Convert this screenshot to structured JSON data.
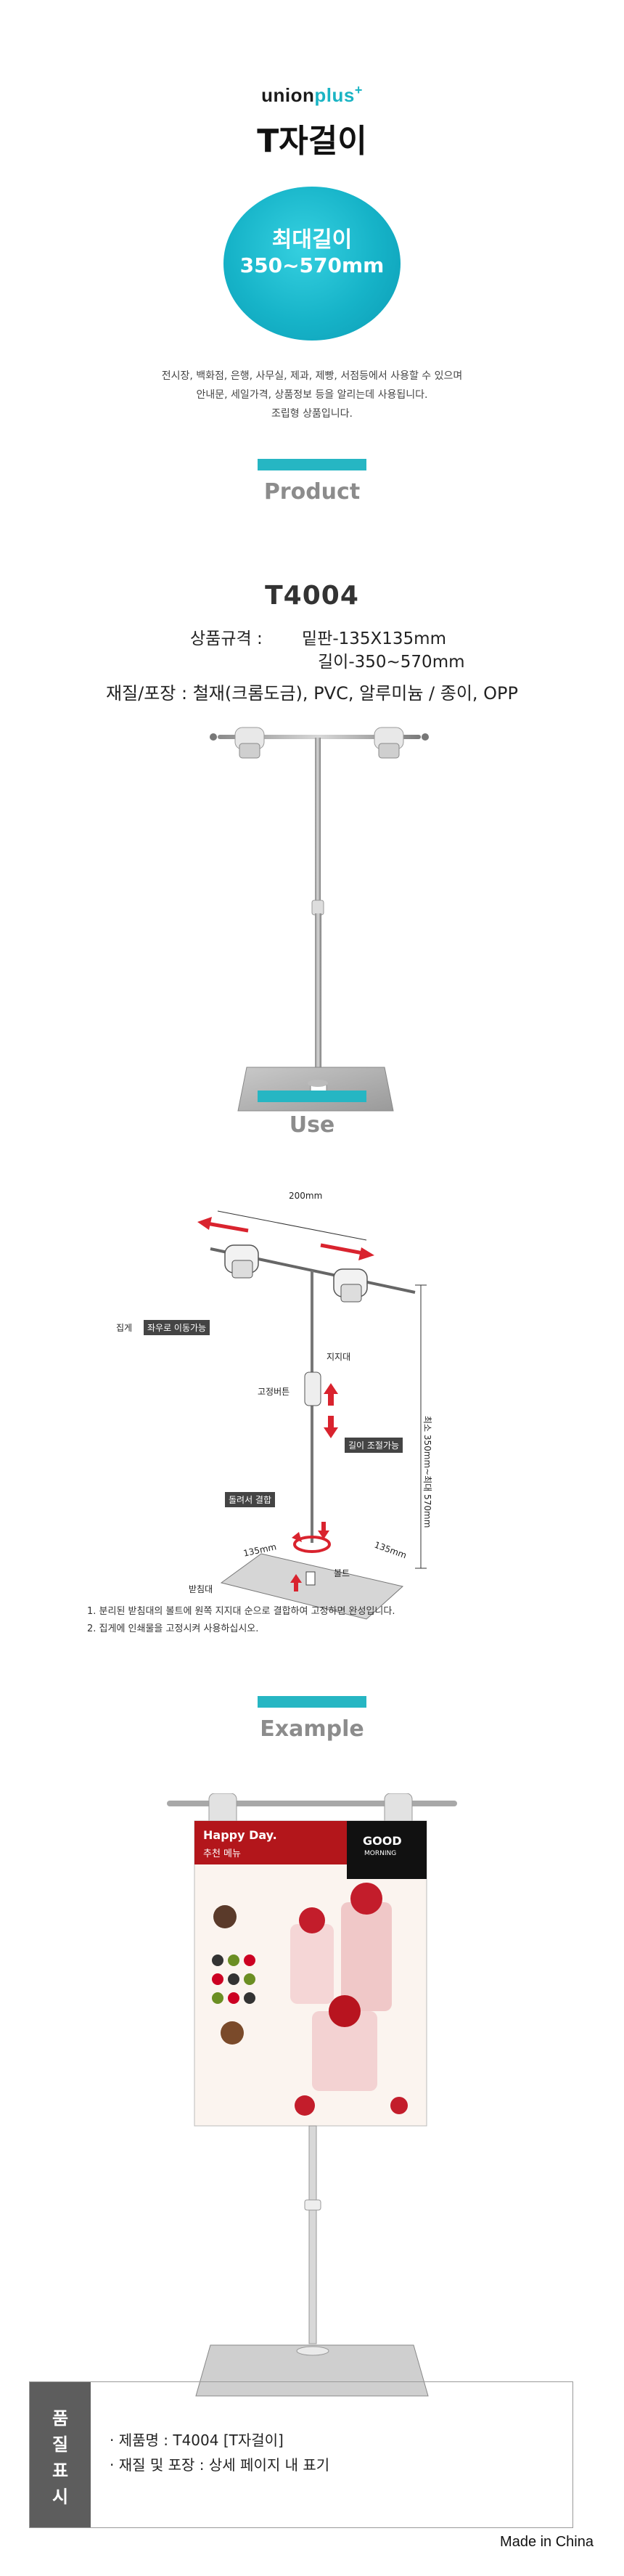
{
  "header": {
    "logo_word": "union",
    "logo_plus": "plus",
    "logo_sup": "+",
    "title": "T자걸이"
  },
  "badge": {
    "line1": "최대길이",
    "line2": "350~570mm"
  },
  "description": [
    "전시장, 백화점, 은행, 사무실, 제과, 제빵, 서점등에서 사용할 수 있으며",
    "안내문, 세일가격, 상품정보 등을 알리는데 사용됩니다.",
    "조립형 상품입니다."
  ],
  "sections": {
    "product": "Product",
    "use": "Use",
    "example": "Example"
  },
  "product": {
    "model": "T4004",
    "spec_label": "상품규격 :",
    "spec_line1": "밑판-135X135mm",
    "spec_line2": "길이-350~570mm",
    "material": "재질/포장 : 철재(크롬도금), PVC, 알루미늄 / 종이, OPP"
  },
  "use_diagram": {
    "width_dim": "200mm",
    "clip": "집게",
    "clip_move": "좌우로 이동가능",
    "support": "지지대",
    "fix_button": "고정버튼",
    "length_adjust": "길이 조절가능",
    "height_dim": "최소 350mm~최대 570mm",
    "assemble": "돌려서 결합",
    "base_dim1": "135mm",
    "base_dim2": "135mm",
    "bolt": "볼트",
    "base": "받침대",
    "notes": [
      "1. 분리된 받침대의 볼트에 원쪽 지지대 순으로 결합하여 고정하면 완성입니다.",
      "2. 집게에 인쇄물을 고정시켜 사용하십시오."
    ]
  },
  "example_poster": {
    "headline": "Happy Day.",
    "sub": "추천 메뉴",
    "brand": "GOOD",
    "brand_sub": "MORNING"
  },
  "info": {
    "side": [
      "품",
      "질",
      "표",
      "시"
    ],
    "line1": "· 제품명 :  T4004  [T자걸이]",
    "line2": "· 재질 및 포장 : 상세 페이지 내 표기"
  },
  "footer": {
    "made_in": "Made in China"
  },
  "colors": {
    "accent": "#26b6c3",
    "arrow": "#d9232e",
    "info_side": "#5d5d5d"
  }
}
